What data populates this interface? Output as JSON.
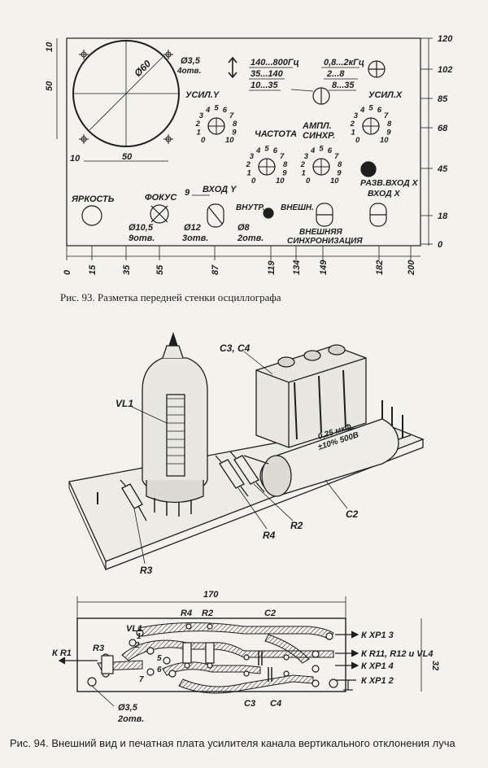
{
  "fig93": {
    "caption": "Рис. 93. Разметка передней стенки осциллографа",
    "dim_d60": "Ø60",
    "dim_hole35": "Ø3,5",
    "dim_hole35_count": "4отв.",
    "freq_ranges": [
      "140...800Гц",
      "35...140",
      "10...35"
    ],
    "freq_ranges_right": [
      "0,8...2кГц",
      "2...8",
      "8...35"
    ],
    "label_amp_y": "УСИЛ.Y",
    "label_amp_x": "УСИЛ.X",
    "label_freq": "ЧАСТОТА",
    "label_sync": [
      "АМПЛ.",
      "СИНХР."
    ],
    "label_brightness": "ЯРКОСТЬ",
    "label_focus": "ФОКУС",
    "label_input_y": "ВХОД Y",
    "label_internal": "ВНУТР.",
    "label_external": "ВНЕШН.",
    "label_sweep": "РАЗВ.",
    "label_input_x": "ВХОД X",
    "label_ext_sync": [
      "ВНЕШНЯЯ",
      "СИНХРОНИЗАЦИЯ"
    ],
    "dim_10_5": "Ø10,5",
    "dim_10_5_count": "9отв.",
    "dim_12": "Ø12",
    "dim_12_count": "3отв.",
    "dim_8": "Ø8",
    "dim_8_count": "2отв.",
    "dim_50": "50",
    "dim_10": "10",
    "dim_9": "9",
    "left_dims": [
      "10",
      "50"
    ],
    "right_scale": [
      "120",
      "102",
      "85",
      "68",
      "45",
      "18",
      "0"
    ],
    "bottom_scale": [
      "0",
      "15",
      "35",
      "55",
      "87",
      "119",
      "134",
      "149",
      "182",
      "200"
    ],
    "dial_digits": [
      "0",
      "1",
      "2",
      "3",
      "4",
      "5",
      "6",
      "7",
      "8",
      "9",
      "10"
    ]
  },
  "fig94": {
    "caption": "Рис. 94. Внешний вид и печатная плата усилителя канала вертикального отклонения луча",
    "label_vl1": "VL1",
    "label_c3c4": "C3, C4",
    "label_r3": "R3",
    "label_r4": "R4",
    "label_r2": "R2",
    "label_c2": "C2",
    "cap_marking": [
      "0,25 мкФ",
      "±10% 500В"
    ]
  },
  "pcb": {
    "dim_170": "170",
    "dim_32": "32",
    "label_r4": "R4",
    "label_r2": "R2",
    "label_c2": "C2",
    "label_vl1": "VL1",
    "label_r3": "R3",
    "label_k_r1": "К R1",
    "label_c3": "C3",
    "label_c4": "C4",
    "dim_hole": "Ø3,5",
    "dim_hole_count": "2отв.",
    "pins": [
      "1",
      "2",
      "5",
      "6",
      "7"
    ],
    "connections": [
      "К XP1 3",
      "К R11, R12 и VL4",
      "К XP1 4",
      "К XP1 2"
    ]
  }
}
